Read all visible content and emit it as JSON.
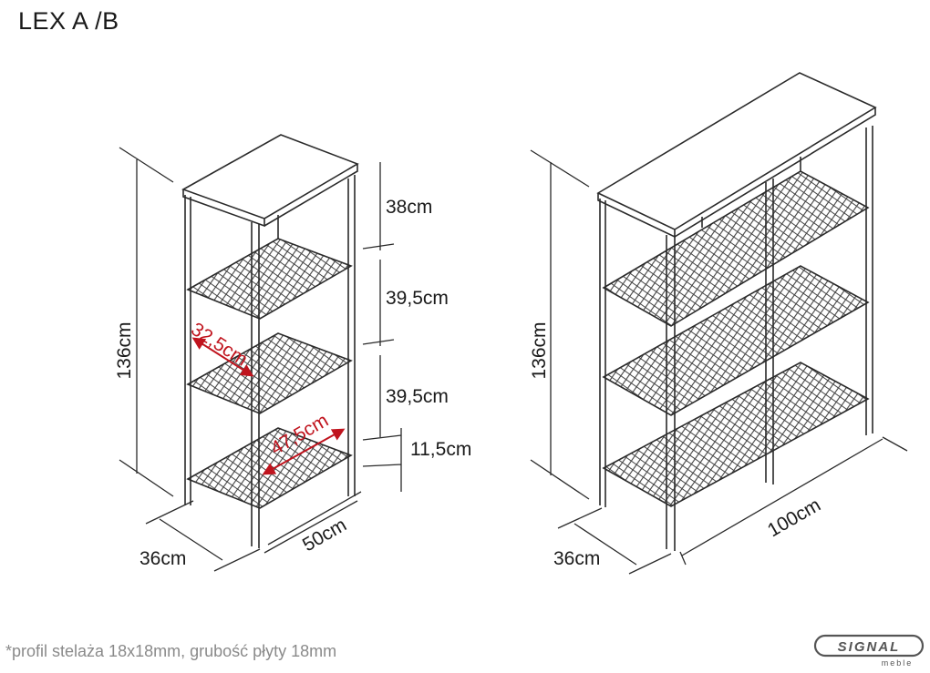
{
  "title": "LEX A /B",
  "footnote": "*profil stelaża 18x18mm, grubość płyty 18mm",
  "brand": {
    "name": "SIGNAL",
    "sub": "meble"
  },
  "left_unit": {
    "height": "136cm",
    "depth": "36cm",
    "width": "50cm",
    "gaps": [
      "38cm",
      "39,5cm",
      "39,5cm",
      "11,5cm"
    ],
    "inner_depth": "32,5cm",
    "inner_width": "47,5cm"
  },
  "right_unit": {
    "height": "136cm",
    "depth": "36cm",
    "width": "100cm"
  },
  "colors": {
    "line": "#2a2a2a",
    "accent": "#c0141e",
    "muted": "#8a8a8a"
  }
}
